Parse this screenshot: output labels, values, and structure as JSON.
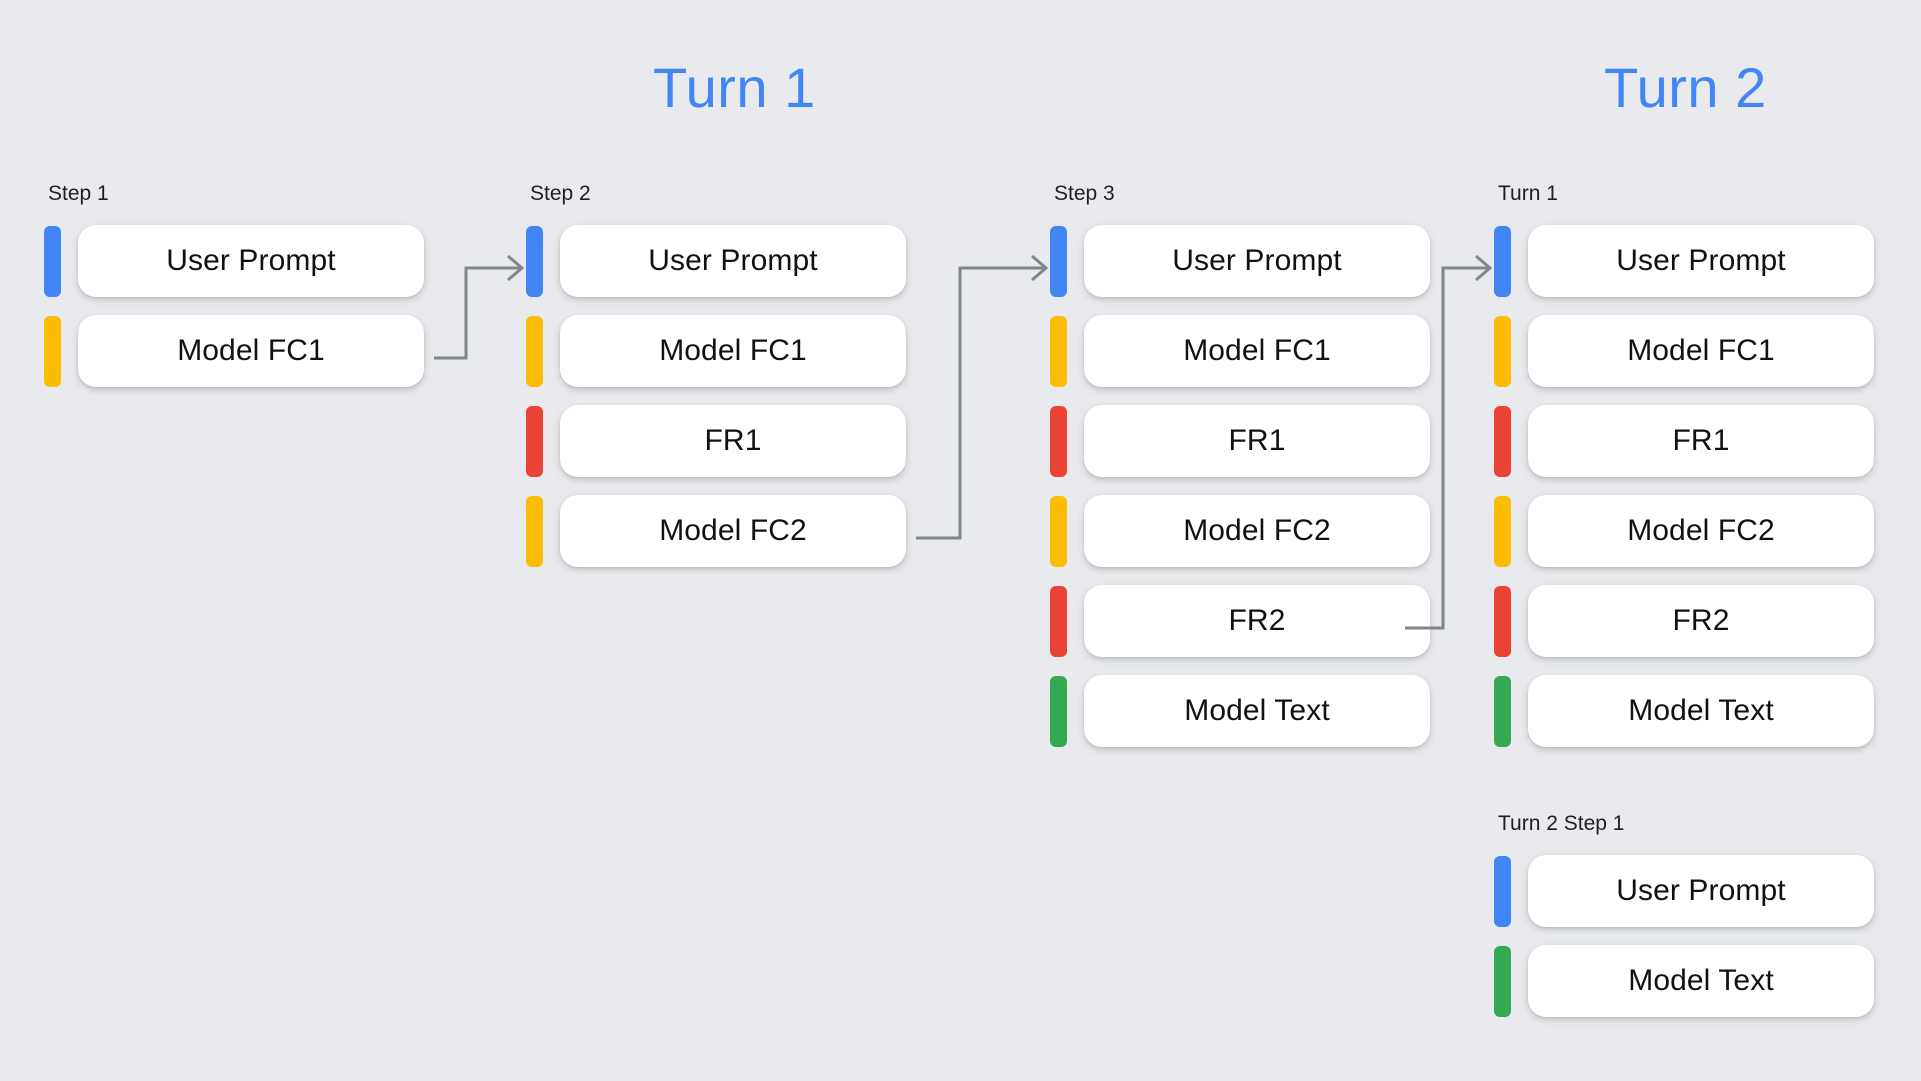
{
  "background_color": "#e8eaed",
  "palette": {
    "blue": "#4285f4",
    "yellow": "#fbbc04",
    "red": "#ea4335",
    "green": "#34a853",
    "arrow": "#80868b",
    "card": "#ffffff",
    "text": "#111111"
  },
  "headers": {
    "turn1": "Turn 1",
    "turn2": "Turn 2"
  },
  "columns": [
    {
      "id": "step1",
      "label": "Step 1",
      "rows": [
        {
          "color": "blue",
          "label": "User Prompt"
        },
        {
          "color": "yellow",
          "label": "Model FC1"
        }
      ]
    },
    {
      "id": "step2",
      "label": "Step 2",
      "rows": [
        {
          "color": "blue",
          "label": "User Prompt"
        },
        {
          "color": "yellow",
          "label": "Model FC1"
        },
        {
          "color": "red",
          "label": "FR1"
        },
        {
          "color": "yellow",
          "label": "Model FC2"
        }
      ]
    },
    {
      "id": "step3",
      "label": "Step 3",
      "rows": [
        {
          "color": "blue",
          "label": "User Prompt"
        },
        {
          "color": "yellow",
          "label": "Model FC1"
        },
        {
          "color": "red",
          "label": "FR1"
        },
        {
          "color": "yellow",
          "label": "Model FC2"
        },
        {
          "color": "red",
          "label": "FR2"
        },
        {
          "color": "green",
          "label": "Model Text"
        }
      ]
    },
    {
      "id": "turn1",
      "label": "Turn 1",
      "rows": [
        {
          "color": "blue",
          "label": "User Prompt"
        },
        {
          "color": "yellow",
          "label": "Model FC1"
        },
        {
          "color": "red",
          "label": "FR1"
        },
        {
          "color": "yellow",
          "label": "Model FC2"
        },
        {
          "color": "red",
          "label": "FR2"
        },
        {
          "color": "green",
          "label": "Model Text"
        }
      ]
    },
    {
      "id": "turn2step1",
      "label": "Turn 2 Step 1",
      "rows": [
        {
          "color": "blue",
          "label": "User Prompt"
        },
        {
          "color": "green",
          "label": "Model Text"
        }
      ]
    }
  ],
  "arrows": [
    {
      "name": "arrow-step1-to-step2",
      "from": "Step 1 Model FC1",
      "to": "Step 2 User Prompt"
    },
    {
      "name": "arrow-step2-to-step3",
      "from": "Step 2 Model FC2",
      "to": "Step 3 User Prompt"
    },
    {
      "name": "arrow-step3-to-turn1",
      "from": "Step 3 FR2",
      "to": "Turn 1 User Prompt"
    }
  ]
}
